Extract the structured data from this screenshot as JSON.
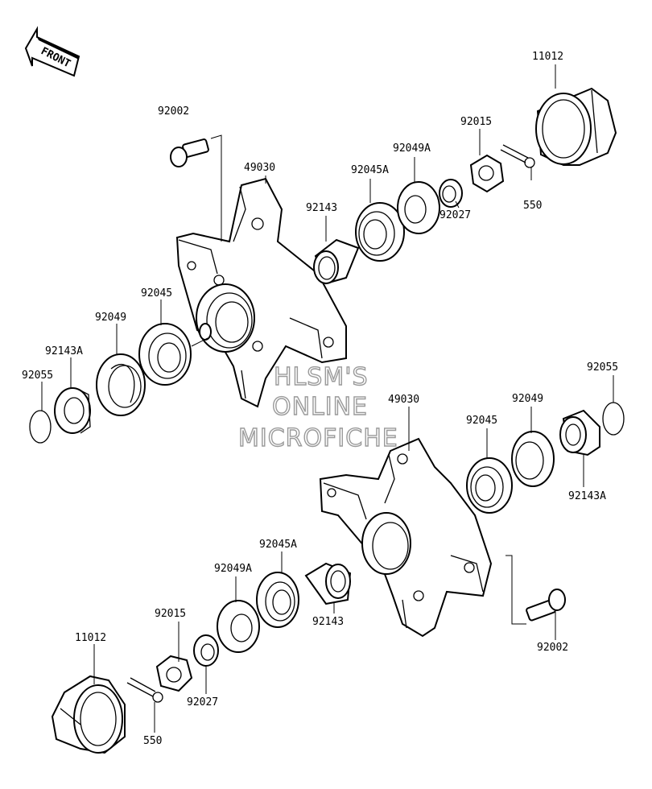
{
  "front_badge": "FRONT",
  "watermark": {
    "line1": "HLSM'S",
    "line2": "ONLINE",
    "line3": "MICROFICHE"
  },
  "labels_upper": {
    "p11012": "11012",
    "p92002": "92002",
    "p49030": "49030",
    "p92015": "92015",
    "p92049A": "92049A",
    "p92045A": "92045A",
    "p92143": "92143",
    "p550": "550",
    "p92027": "92027",
    "p92045": "92045",
    "p92049": "92049",
    "p92143A": "92143A",
    "p92055": "92055"
  },
  "labels_lower": {
    "p92055": "92055",
    "p49030": "49030",
    "p92049": "92049",
    "p92045": "92045",
    "p92143A": "92143A",
    "p92045A": "92045A",
    "p92049A": "92049A",
    "p92015": "92015",
    "p92143": "92143",
    "p92002": "92002",
    "p11012": "11012",
    "p92027": "92027",
    "p550": "550"
  }
}
